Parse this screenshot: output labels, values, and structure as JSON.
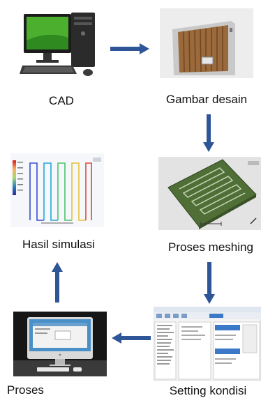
{
  "nodes": {
    "cad": {
      "label": "CAD"
    },
    "design": {
      "label": "Gambar desain"
    },
    "meshing": {
      "label": "Proses meshing"
    },
    "setting": {
      "label": "Setting kondisi"
    },
    "proses": {
      "label": "Proses"
    },
    "hasil": {
      "label": "Hasil simulasi"
    }
  },
  "colors": {
    "arrow": "#2e5597",
    "mesh_green": "#4f6f37",
    "monitor_green": "#4caf2e",
    "cabinet_wood": "#9b6a3c"
  },
  "icons": [
    "desktop-computer-icon",
    "cabinet-render-icon",
    "mesh-plate-icon",
    "software-window-icon",
    "imac-icon",
    "simulation-result-icon"
  ]
}
